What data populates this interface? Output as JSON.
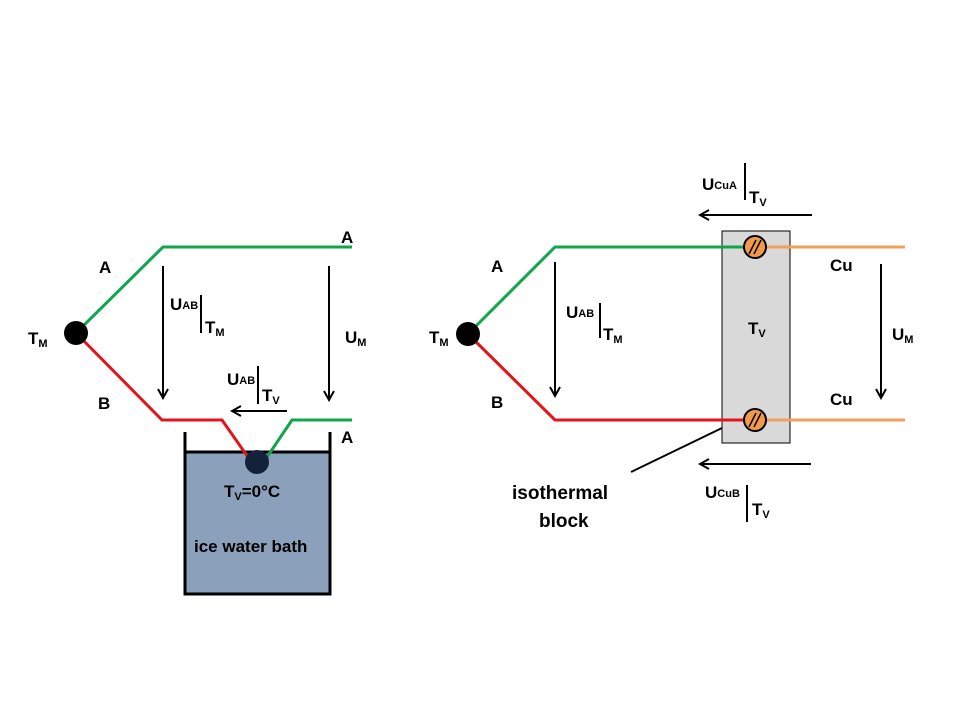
{
  "colors": {
    "wire_a": "#12a54f",
    "wire_b": "#e3141b",
    "wire_cu": "#f0a05a",
    "junction": "#000000",
    "ref_junction": "#13213b",
    "ice_bath_fill": "#8aa0bb",
    "iso_block_fill": "#d9d9d9",
    "terminal_fill": "#f29a4a"
  },
  "left_diagram": {
    "junction_label": {
      "main": "T",
      "sub": "M"
    },
    "wire_a_label": "A",
    "wire_b_label": "B",
    "end_a_top_label": "A",
    "end_a_bottom_label": "A",
    "u_ab_tm": {
      "main": "U",
      "sub": "AB",
      "eval_main": "T",
      "eval_sub": "M"
    },
    "u_ab_tv": {
      "main": "U",
      "sub": "AB",
      "eval_main": "T",
      "eval_sub": "V"
    },
    "u_m": {
      "main": "U",
      "sub": "M"
    },
    "ref_temp": {
      "main": "T",
      "sub": "V",
      "rest": "=0°C"
    },
    "bath_label": "ice water bath"
  },
  "right_diagram": {
    "junction_label": {
      "main": "T",
      "sub": "M"
    },
    "wire_a_label": "A",
    "wire_b_label": "B",
    "u_ab_tm": {
      "main": "U",
      "sub": "AB",
      "eval_main": "T",
      "eval_sub": "M"
    },
    "u_cua_tv": {
      "main": "U",
      "sub": "CuA",
      "eval_main": "T",
      "eval_sub": "V"
    },
    "u_cub_tv": {
      "main": "U",
      "sub": "CuB",
      "eval_main": "T",
      "eval_sub": "V"
    },
    "block_temp": {
      "main": "T",
      "sub": "V"
    },
    "cu_top_label": "Cu",
    "cu_bottom_label": "Cu",
    "u_m": {
      "main": "U",
      "sub": "M"
    },
    "block_caption_line1": "isothermal",
    "block_caption_line2": "block"
  }
}
